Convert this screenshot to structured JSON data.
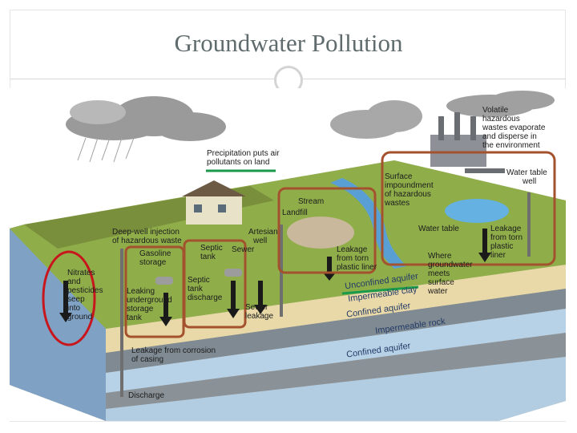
{
  "slide": {
    "title": "Groundwater Pollution"
  },
  "diagram": {
    "labels": {
      "volatile": [
        "Volatile",
        "hazardous",
        "wastes evaporate",
        "and disperse in",
        "the environment"
      ],
      "precipitation": [
        "Precipitation puts air",
        "pollutants on land"
      ],
      "surface_impoundment": [
        "Surface",
        "impoundment",
        "of hazardous",
        "wastes"
      ],
      "water_table_well": [
        "Water table",
        "well"
      ],
      "stream": [
        "Stream"
      ],
      "landfill": [
        "Landfill"
      ],
      "deep_well": [
        "Deep-well injection",
        "of hazardous waste"
      ],
      "artesian": [
        "Artesian",
        "well"
      ],
      "septic_tank": [
        "Septic",
        "tank"
      ],
      "sewer": [
        "Sewer"
      ],
      "gasoline": [
        "Gasoline",
        "storage"
      ],
      "nitrates": [
        "Nitrates",
        "and",
        "pesticides",
        "seep",
        "into",
        "ground"
      ],
      "leaking_tank": [
        "Leaking",
        "underground",
        "storage",
        "tank"
      ],
      "septic_discharge": [
        "Septic",
        "tank",
        "discharge"
      ],
      "sewer_leakage": [
        "Sewer",
        "leakage"
      ],
      "leakage_liner": [
        "Leakage",
        "from torn",
        "plastic liner"
      ],
      "water_table": [
        "Water table"
      ],
      "leakage_torn": [
        "Leakage",
        "from torn",
        "plastic",
        "liner"
      ],
      "where_meets": [
        "Where",
        "groundwater",
        "meets",
        "surface",
        "water"
      ],
      "corrosion": [
        "Leakage from corrosion",
        "of casing"
      ],
      "discharge": [
        "Discharge"
      ]
    },
    "layers": {
      "unconfined": "Unconfined aquifer",
      "clay": "Impermeable clay",
      "confined_upper": "Confined aquifer",
      "rock": "Impermeable rock",
      "confined_lower": "Confined aquifer"
    },
    "colors": {
      "highlight_circle": "#c8161d",
      "highlight_box": "#a3522d",
      "underline": "#1a9a4a"
    }
  }
}
